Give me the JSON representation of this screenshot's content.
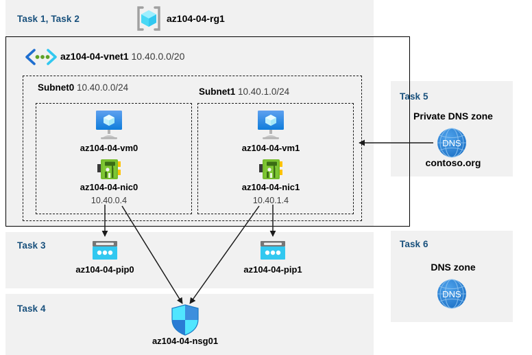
{
  "colors": {
    "panel_bg": "#f1f1f1",
    "task_label": "#18507c",
    "border": "#000000",
    "azure_blue": "#0078d4",
    "cyan": "#32c8f0",
    "nic_green": "#5ea226",
    "dns_blue": "#2c8ce0"
  },
  "header": {
    "task_label": "Task 1, Task 2",
    "rg_icon": "resource-group-icon",
    "rg_name": "az104-04-rg1"
  },
  "vnet": {
    "icon": "virtual-network-icon",
    "name": "az104-04-vnet1",
    "cidr": "10.40.0.0/20"
  },
  "subnets": [
    {
      "name": "Subnet0",
      "cidr": "10.40.0.0/24",
      "vm": {
        "icon": "virtual-machine-icon",
        "name": "az104-04-vm0"
      },
      "nic": {
        "icon": "network-interface-icon",
        "name": "az104-04-nic0",
        "ip": "10.40.0.4"
      }
    },
    {
      "name": "Subnet1",
      "cidr": "10.40.1.0/24",
      "vm": {
        "icon": "virtual-machine-icon",
        "name": "az104-04-vm1"
      },
      "nic": {
        "icon": "network-interface-icon",
        "name": "az104-04-nic1",
        "ip": "10.40.1.4"
      }
    }
  ],
  "task3": {
    "task_label": "Task 3",
    "pips": [
      {
        "icon": "public-ip-address-icon",
        "name": "az104-04-pip0"
      },
      {
        "icon": "public-ip-address-icon",
        "name": "az104-04-pip1"
      }
    ]
  },
  "task4": {
    "task_label": "Task 4",
    "nsg": {
      "icon": "network-security-group-icon",
      "name": "az104-04-nsg01"
    }
  },
  "task5": {
    "task_label": "Task 5",
    "title": "Private DNS zone",
    "icon": "dns-zone-icon",
    "zone_name": "contoso.org"
  },
  "task6": {
    "task_label": "Task 6",
    "title": "DNS zone",
    "icon": "dns-zone-icon"
  }
}
